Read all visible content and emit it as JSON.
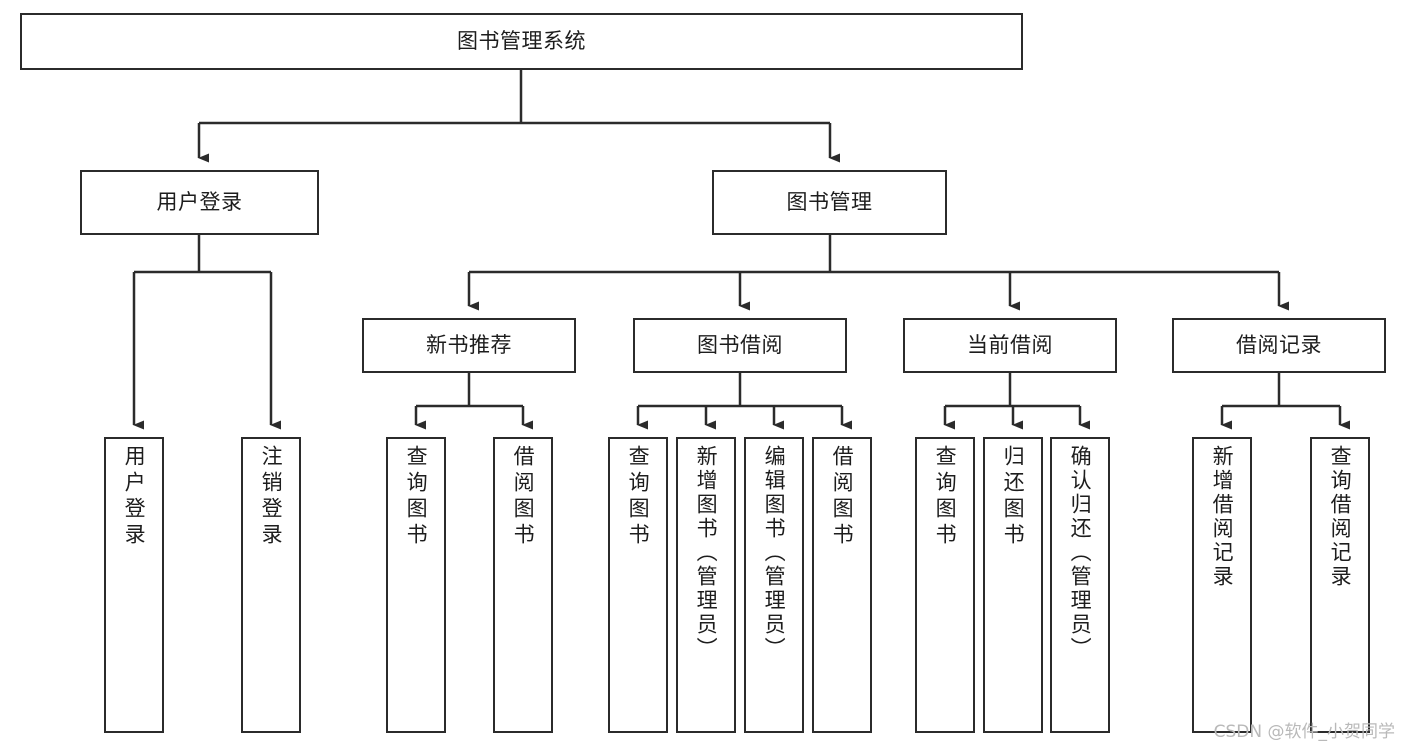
{
  "diagram": {
    "type": "tree",
    "title": "图书管理系统",
    "root": {
      "label": "图书管理系统"
    },
    "level2": [
      {
        "label": "用户登录"
      },
      {
        "label": "图书管理"
      }
    ],
    "level3": [
      {
        "label": "新书推荐"
      },
      {
        "label": "图书借阅"
      },
      {
        "label": "当前借阅"
      },
      {
        "label": "借阅记录"
      }
    ],
    "leaves_user_login": [
      {
        "label": "用户登录"
      },
      {
        "label": "注销登录"
      }
    ],
    "leaves_new_book": [
      {
        "label": "查询图书"
      },
      {
        "label": "借阅图书"
      }
    ],
    "leaves_borrow": [
      {
        "label": "查询图书"
      },
      {
        "label": "新增图书（管理员）"
      },
      {
        "label": "编辑图书（管理员）"
      },
      {
        "label": "借阅图书"
      }
    ],
    "leaves_current": [
      {
        "label": "查询图书"
      },
      {
        "label": "归还图书"
      },
      {
        "label": "确认归还（管理员）"
      }
    ],
    "leaves_record": [
      {
        "label": "新增借阅记录"
      },
      {
        "label": "查询借阅记录"
      }
    ]
  },
  "watermark": {
    "text": "CSDN @软件_小贺同学"
  },
  "colors": {
    "stroke": "#2b2b2b",
    "fill": "#ffffff",
    "text": "#1d1d1d",
    "watermark": "#b9b9b9"
  }
}
